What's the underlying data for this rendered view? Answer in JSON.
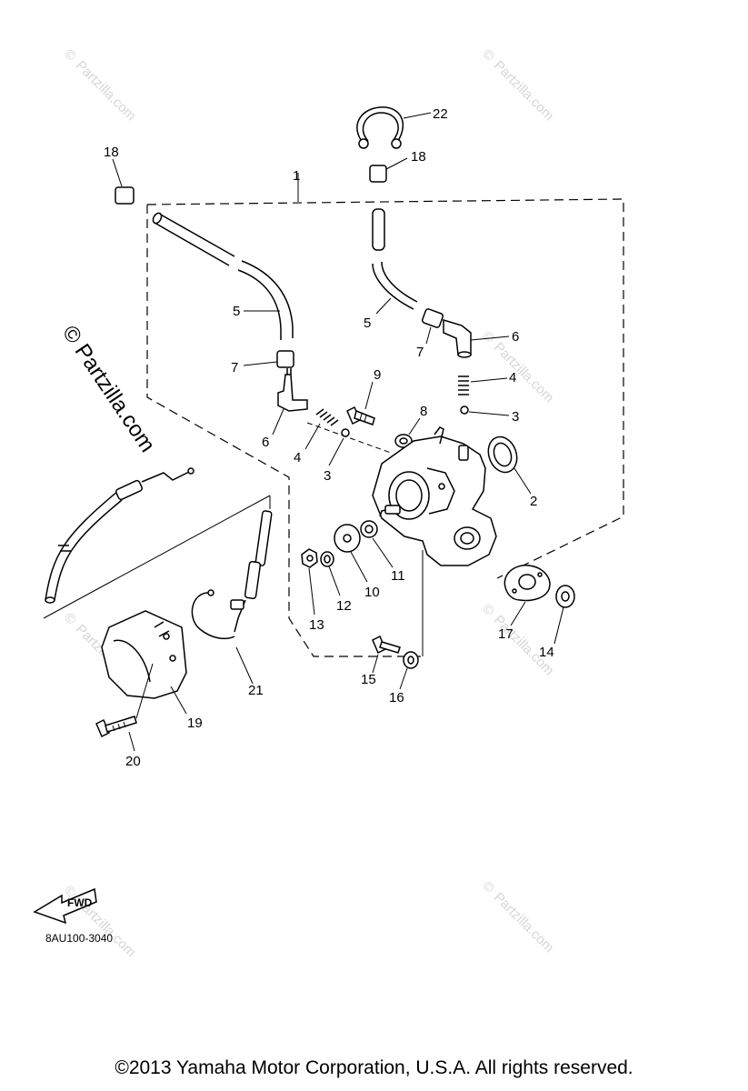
{
  "diagram": {
    "callouts": {
      "c1": "1",
      "c2": "2",
      "c3a": "3",
      "c3b": "3",
      "c4a": "4",
      "c4b": "4",
      "c5a": "5",
      "c5b": "5",
      "c6a": "6",
      "c6b": "6",
      "c7a": "7",
      "c7b": "7",
      "c8": "8",
      "c9": "9",
      "c10": "10",
      "c11": "11",
      "c12": "12",
      "c13": "13",
      "c14": "14",
      "c15": "15",
      "c16": "16",
      "c17": "17",
      "c18a": "18",
      "c18b": "18",
      "c19": "19",
      "c20": "20",
      "c21": "21",
      "c22": "22"
    },
    "drawing_code": "8AU100-3040",
    "fwd_label": "FWD"
  },
  "watermark": {
    "text": "Partzilla.com",
    "mark": "©",
    "large_text": "© Partzilla.com"
  },
  "footer": {
    "copyright": "©2013  Yamaha Motor Corporation, U.S.A. All rights reserved."
  }
}
